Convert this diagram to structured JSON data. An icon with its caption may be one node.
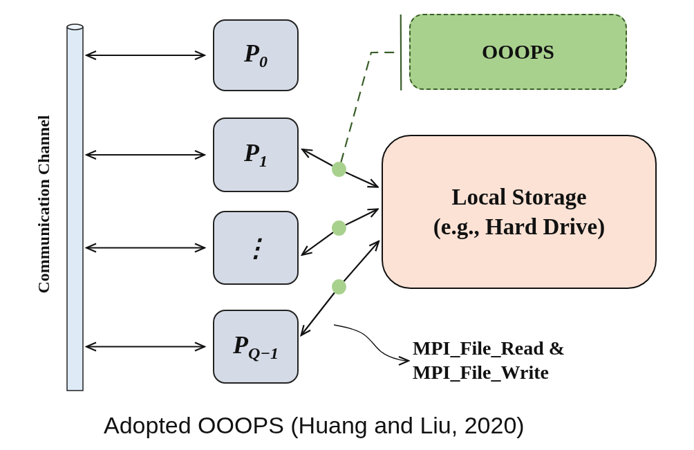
{
  "diagram": {
    "caption": "Adopted OOOPS (Huang and Liu, 2020)",
    "nodes": [
      {
        "text": [
          "Communication Channel"
        ]
      },
      {
        "text": [
          "P$_{0}$"
        ]
      },
      {
        "text": [
          "P$_{1}$"
        ]
      },
      {
        "text": [
          "⋮"
        ]
      },
      {
        "text": [
          "P$_{Q−1}$"
        ]
      },
      {
        "text": [
          "OOOPS"
        ]
      },
      {
        "text": [
          "Local Storage (e.g., Hard Drive)"
        ]
      },
      {
        "text": [],
        "shape": "circle"
      },
      {
        "text": [],
        "shape": "circle"
      },
      {
        "text": [],
        "shape": "circle"
      },
      {
        "text": [
          "MPI_File_Read & MPI_File_Write"
        ]
      }
    ],
    "edges": [
      {
        "from": 0,
        "to": 1,
        "arrow": "both"
      },
      {
        "from": 0,
        "to": 2,
        "arrow": "both"
      },
      {
        "from": 0,
        "to": 3,
        "arrow": "both"
      },
      {
        "from": 0,
        "to": 4,
        "arrow": "both"
      },
      {
        "from": 7,
        "to": 2,
        "arrow": "to"
      },
      {
        "from": 7,
        "to": 6,
        "arrow": "to"
      },
      {
        "from": 8,
        "to": 3,
        "arrow": "to"
      },
      {
        "from": 8,
        "to": 6,
        "arrow": "to"
      },
      {
        "from": 9,
        "to": 4,
        "arrow": "to"
      },
      {
        "from": 9,
        "to": 6,
        "arrow": "to"
      },
      {
        "from": 7,
        "to": 5,
        "arrow": "other",
        "style": "dashed",
        "color": "#3a5e2a"
      },
      {
        "from": null,
        "to": 10,
        "arrow": "to"
      }
    ]
  }
}
